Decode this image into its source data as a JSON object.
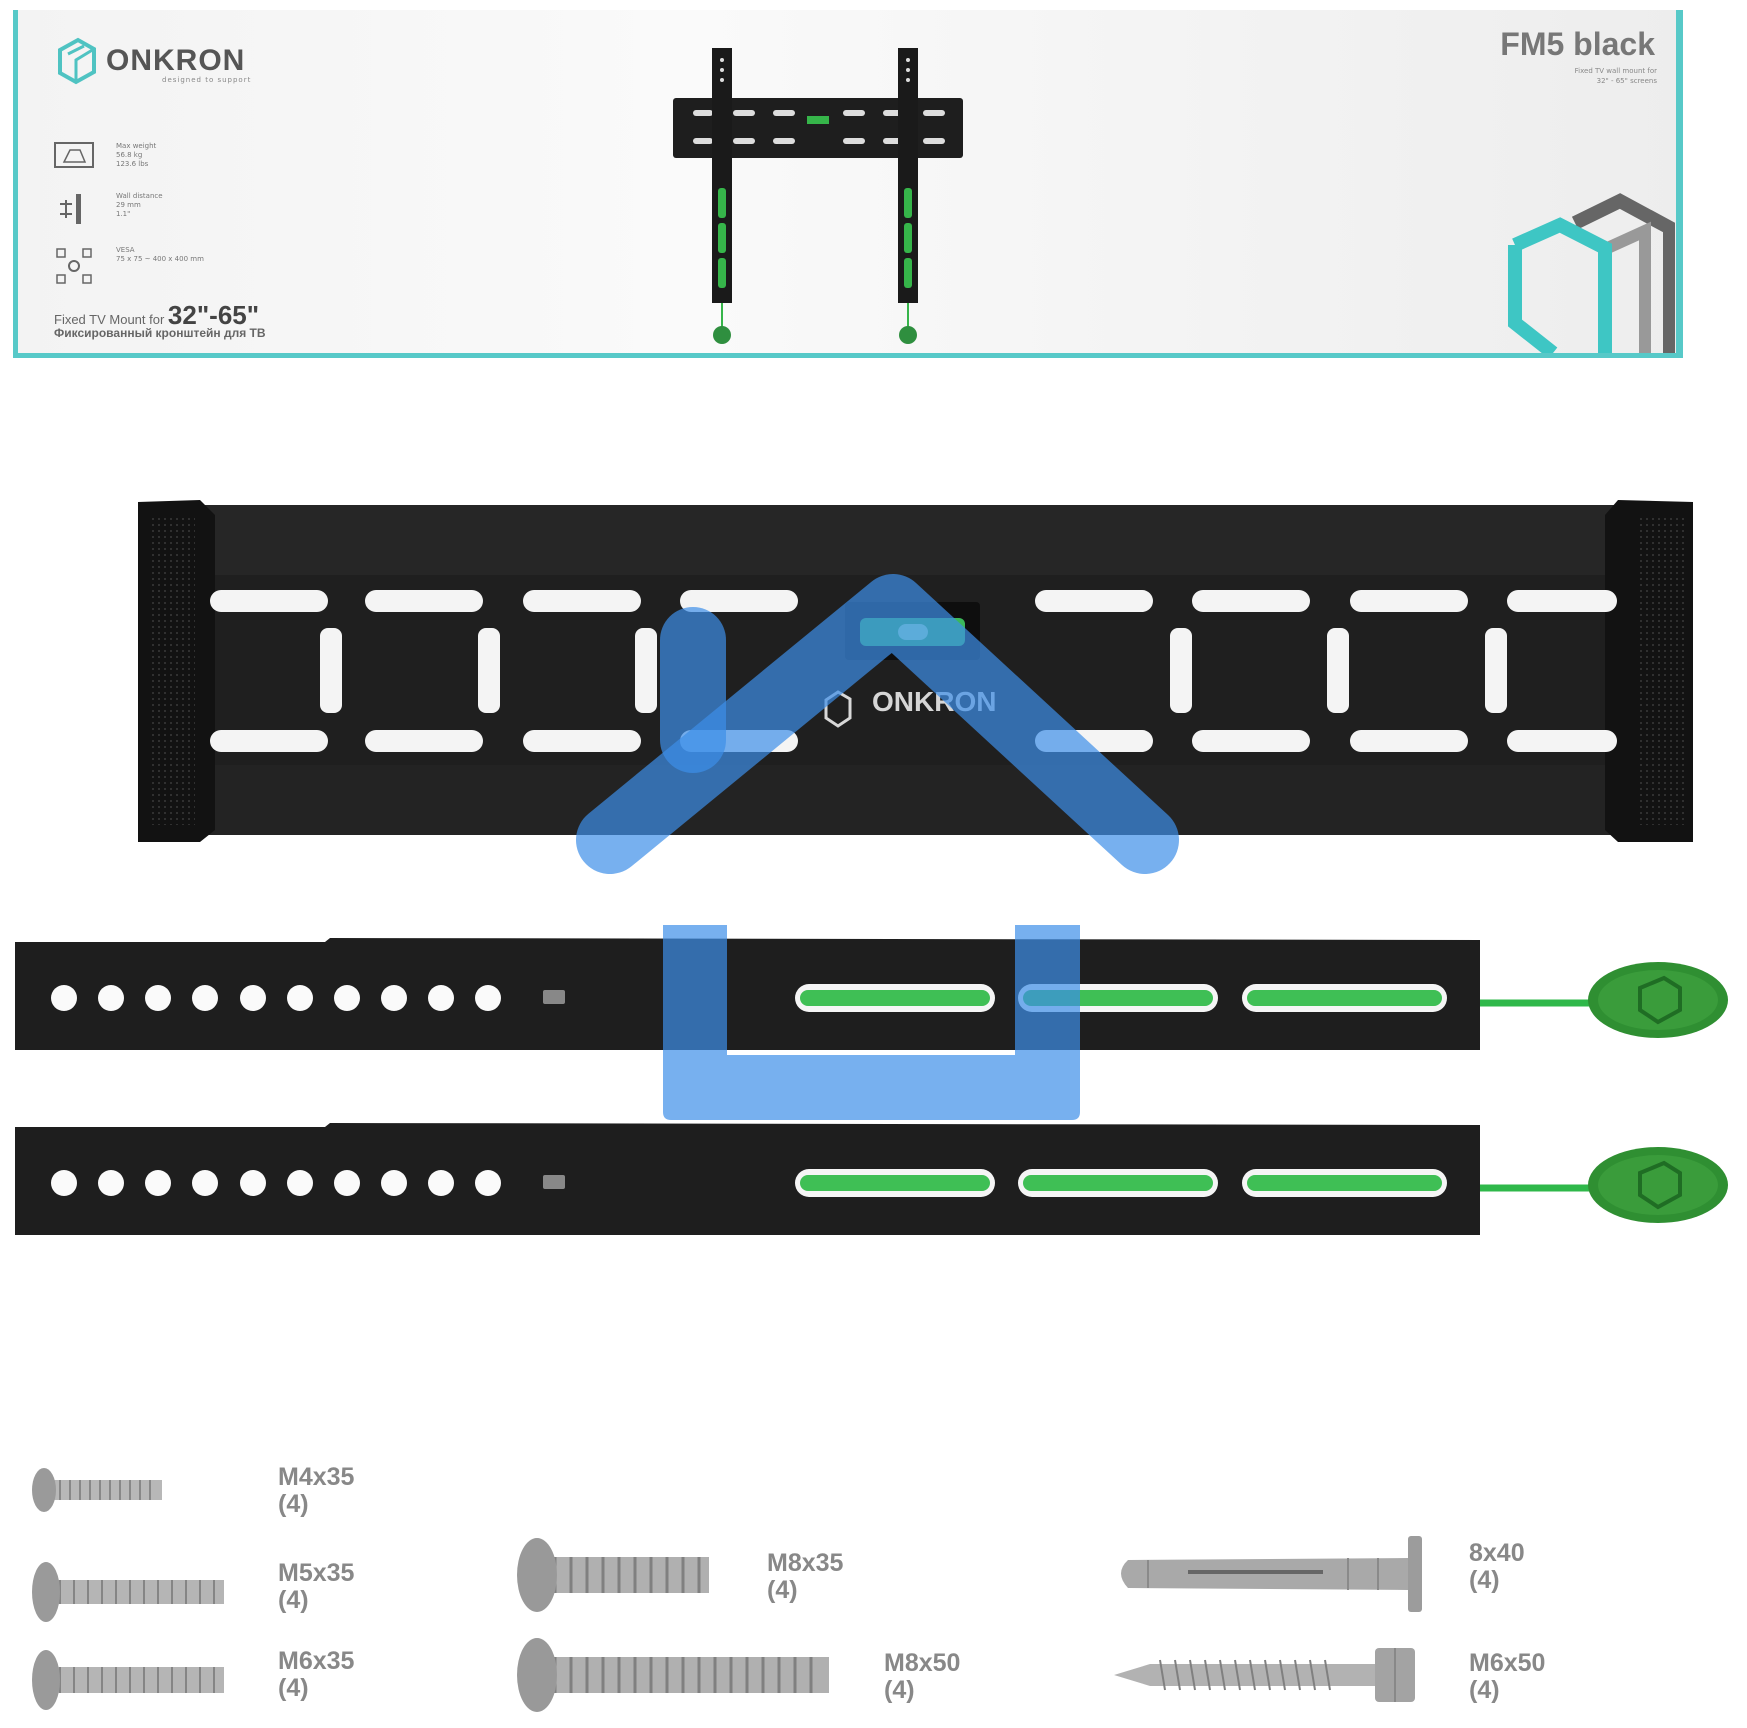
{
  "label": {
    "brand": "ONKRON",
    "tagline": "designed to support",
    "specs": [
      {
        "icon": "weight-icon",
        "text": "Max weight\n56.8 kg\n123.6 lbs"
      },
      {
        "icon": "wall-distance-icon",
        "text": "Wall distance\n29 mm\n1.1\""
      },
      {
        "icon": "vesa-icon",
        "text": "VESA\n75 x 75 ~ 400 x 400 mm"
      }
    ],
    "title_prefix": "Fixed TV Mount for ",
    "title_size": "32\"-65\"",
    "subtitle": "Фиксированный кронштейн для ТВ",
    "model": "FM5 black",
    "model_desc": "Fixed TV wall mount for\n32\" - 65\" screens"
  },
  "plate": {
    "brand": "ONKRON"
  },
  "hardware": [
    {
      "name": "M4x35",
      "qty": "(4)"
    },
    {
      "name": "M5x35",
      "qty": "(4)"
    },
    {
      "name": "M6x35",
      "qty": "(4)"
    },
    {
      "name": "M8x35",
      "qty": "(4)"
    },
    {
      "name": "M8x50",
      "qty": "(4)"
    },
    {
      "name": "8x40",
      "qty": "(4)"
    },
    {
      "name": "M6x50",
      "qty": "(4)"
    }
  ],
  "colors": {
    "accent_teal": "#57c9c8",
    "steel_black": "#1c1c1c",
    "level_green": "#36b54a",
    "overlay_blue": "#4a9cf0"
  }
}
